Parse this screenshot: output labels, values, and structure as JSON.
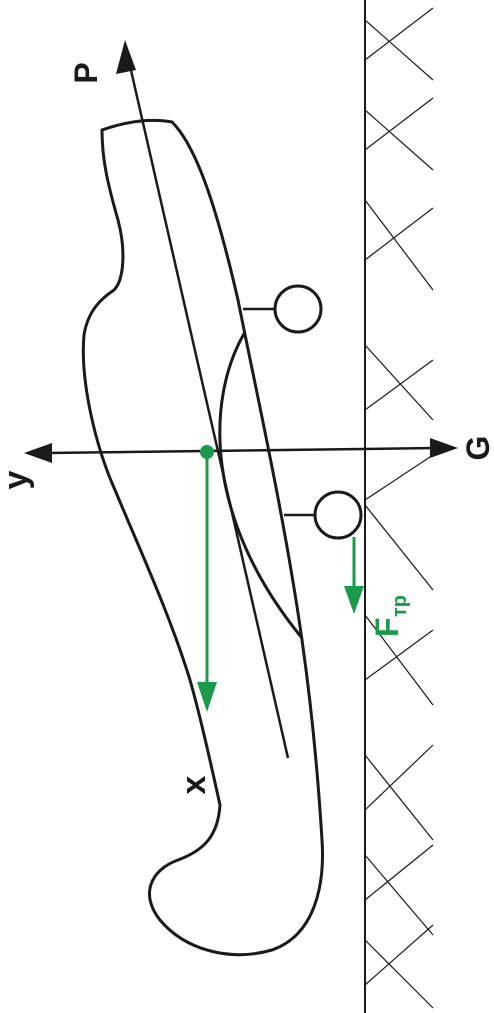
{
  "diagram": {
    "labels": {
      "p": "P",
      "g": "G",
      "y": "y",
      "x": "x",
      "ftr_main": "F",
      "ftr_sub": "тр"
    },
    "colors": {
      "line": "#1a1a1a",
      "force": "#1a9a4a",
      "background": "#ffffff"
    }
  }
}
